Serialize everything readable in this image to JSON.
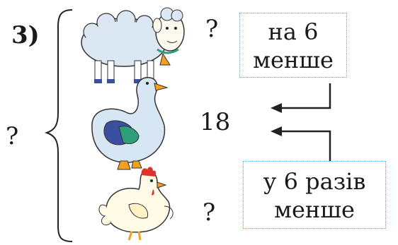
{
  "problem_number": "3)",
  "total_unknown": "?",
  "animals": [
    {
      "name": "sheep-icon",
      "label": "?"
    },
    {
      "name": "duck-icon",
      "label": "18"
    },
    {
      "name": "hen-icon",
      "label": "?"
    }
  ],
  "box_top": {
    "line1": "на 6",
    "line2": "менше"
  },
  "box_bottom": {
    "line1": "у 6 разів",
    "line2": "менше"
  },
  "colors": {
    "box_border": "#5aa7d8",
    "sheep_wool": "#dbe7f3",
    "duck_body": "#d7e6f3",
    "duck_wing_green": "#2f9e7a",
    "duck_wing_blue": "#3b4fa0",
    "hen_body": "#fffbe6",
    "comb_red": "#e0322d",
    "beak_orange": "#f2a01e"
  }
}
